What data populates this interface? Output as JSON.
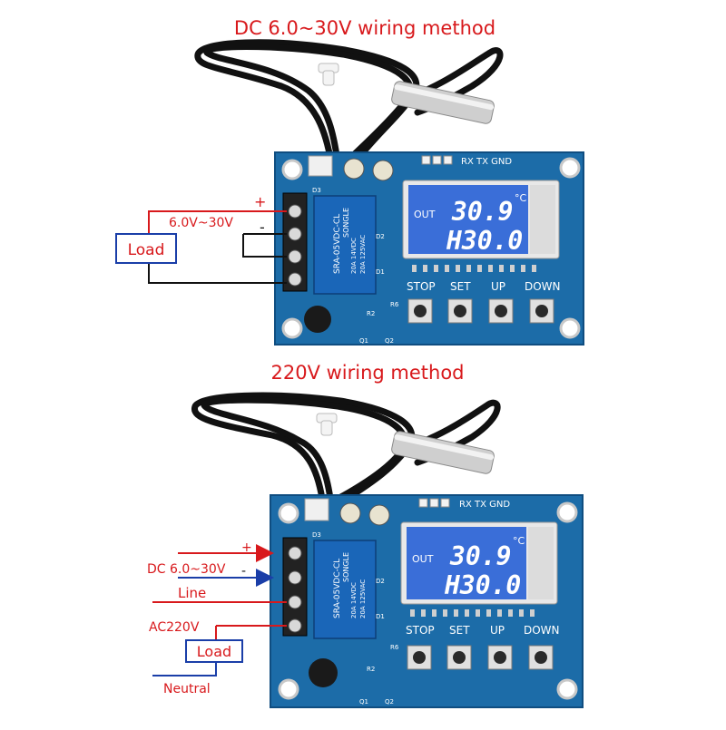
{
  "top_panel": {
    "title": "DC 6.0~30V wiring method",
    "plus_label": "+",
    "minus_label": "-",
    "voltage_label": "6.0V~30V",
    "load_label": "Load"
  },
  "bottom_panel": {
    "title": "220V wiring method",
    "plus_label": "+",
    "minus_label": "-",
    "dc_label": "DC 6.0~30V",
    "line_label": "Line",
    "ac_label": "AC220V",
    "load_label": "Load",
    "neutral_label": "Neutral"
  },
  "board": {
    "serial_header": "RX TX GND",
    "lcd_out": "OUT",
    "lcd_temp": "30.9",
    "lcd_unit": "°C",
    "lcd_setpoint": "H30.0",
    "buttons": [
      "STOP",
      "SET",
      "UP",
      "DOWN"
    ],
    "relay_text": [
      "SRA-05VDC-CL",
      "20A 14VDC",
      "20A 125VAC"
    ],
    "relay_brand": "SONGLE",
    "component_labels": [
      "D3",
      "D2",
      "D1",
      "R6",
      "R2",
      "Q1",
      "Q2"
    ]
  },
  "colors": {
    "label_red": "#d8191c",
    "label_blue": "#1a3ea8",
    "pcb_blue": "#1c6ca8",
    "lcd_blue": "#3a6ed8"
  }
}
